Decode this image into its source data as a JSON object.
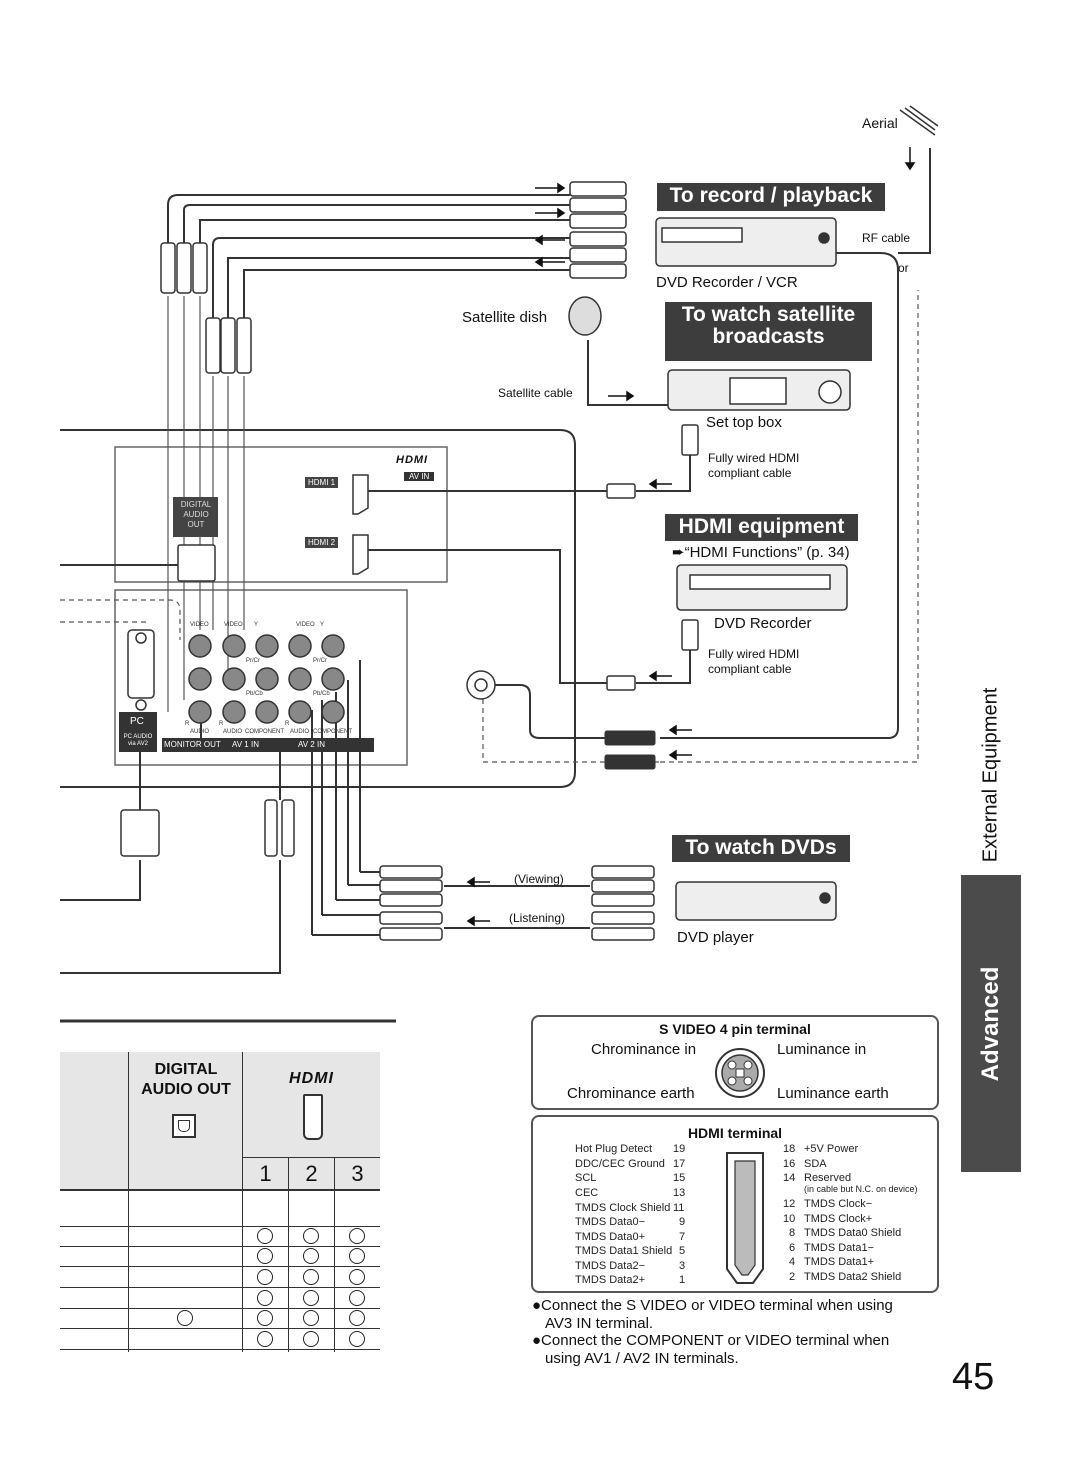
{
  "banners": {
    "record": "To record / playback",
    "satellite_line1": "To watch satellite",
    "satellite_line2": "broadcasts",
    "hdmi": "HDMI equipment",
    "dvds": "To watch DVDs"
  },
  "labels": {
    "aerial": "Aerial",
    "rf_cable": "RF cable",
    "or": "or",
    "dvd_recorder_vcr": "DVD Recorder / VCR",
    "satellite_dish": "Satellite dish",
    "satellite_cable": "Satellite cable",
    "set_top_box": "Set top box",
    "hdmi_cable_1a": "Fully wired HDMI",
    "hdmi_cable_1b": "compliant cable",
    "hdmi_functions": "“HDMI Functions” (p. 34)",
    "dvd_recorder": "DVD Recorder",
    "hdmi_cable_2a": "Fully wired HDMI",
    "hdmi_cable_2b": "compliant cable",
    "viewing": "(Viewing)",
    "listening": "(Listening)",
    "dvd_player": "DVD player"
  },
  "panel": {
    "hdmi1": "HDMI 1",
    "hdmi2": "HDMI 2",
    "av_in": "AV IN",
    "digital_audio_out": [
      "DIGITAL",
      "AUDIO",
      "OUT"
    ],
    "pc": "PC",
    "pc_audio": [
      "PC AUDIO",
      "via AV2"
    ],
    "monitor_out": "MONITOR OUT",
    "av1_in": "AV 1  IN",
    "av2_in": "AV 2  IN",
    "video": "VIDEO",
    "audio": "AUDIO",
    "component": "COMPONENT",
    "y": "Y",
    "pb": "Pb/Cb",
    "pr": "Pr/Cr",
    "r": "R"
  },
  "side": {
    "external_equipment": "External Equipment",
    "advanced": "Advanced",
    "page_number": "45"
  },
  "svideo": {
    "title": "S VIDEO 4 pin terminal",
    "chroma_in": "Chrominance in",
    "lum_in": "Luminance in",
    "chroma_earth": "Chrominance earth",
    "lum_earth": "Luminance earth"
  },
  "hdmi_terminal": {
    "title": "HDMI terminal",
    "left": [
      {
        "name": "Hot Plug Detect",
        "pin": "19"
      },
      {
        "name": "DDC/CEC Ground",
        "pin": "17"
      },
      {
        "name": "SCL",
        "pin": "15"
      },
      {
        "name": "CEC",
        "pin": "13"
      },
      {
        "name": "TMDS Clock Shield",
        "pin": "11"
      },
      {
        "name": "TMDS Data0−",
        "pin": "9"
      },
      {
        "name": "TMDS Data0+",
        "pin": "7"
      },
      {
        "name": "TMDS Data1 Shield",
        "pin": "5"
      },
      {
        "name": "TMDS Data2−",
        "pin": "3"
      },
      {
        "name": "TMDS Data2+",
        "pin": "1"
      }
    ],
    "right": [
      {
        "pin": "18",
        "name": "+5V Power"
      },
      {
        "pin": "16",
        "name": "SDA"
      },
      {
        "pin": "14",
        "name": "Reserved"
      },
      {
        "pin": "",
        "name": "(in cable but N.C. on device)"
      },
      {
        "pin": "12",
        "name": "TMDS Clock−"
      },
      {
        "pin": "10",
        "name": "TMDS Clock+"
      },
      {
        "pin": "8",
        "name": "TMDS Data0 Shield"
      },
      {
        "pin": "6",
        "name": "TMDS Data1−"
      },
      {
        "pin": "4",
        "name": "TMDS Data1+"
      },
      {
        "pin": "2",
        "name": "TMDS Data2 Shield"
      }
    ]
  },
  "notes": {
    "note1_line1": "●Connect the S VIDEO or VIDEO terminal when using",
    "note1_line2": "AV3 IN terminal.",
    "note2_line1": "●Connect the COMPONENT or VIDEO terminal when",
    "note2_line2": "using AV1 / AV2 IN terminals."
  },
  "table": {
    "digital_audio_out_line1": "DIGITAL",
    "digital_audio_out_line2": "AUDIO OUT",
    "hdmi_logo": "HDMI",
    "cols": [
      "1",
      "2",
      "3"
    ],
    "rows": [
      [
        false,
        false,
        false,
        false
      ],
      [
        false,
        true,
        true,
        true
      ],
      [
        false,
        true,
        true,
        true
      ],
      [
        false,
        true,
        true,
        true
      ],
      [
        false,
        true,
        true,
        true
      ],
      [
        true,
        true,
        true,
        true
      ],
      [
        false,
        true,
        true,
        true
      ]
    ]
  }
}
